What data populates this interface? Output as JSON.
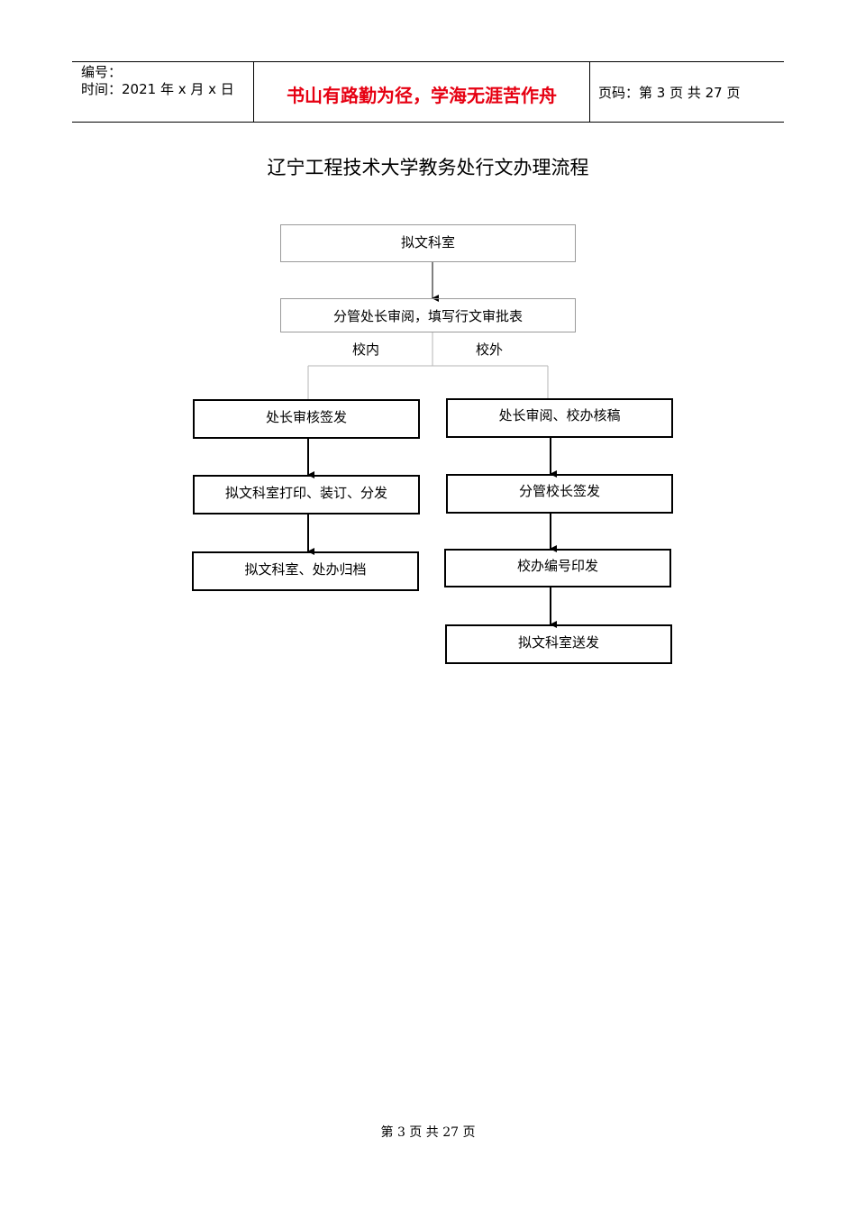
{
  "header": {
    "number_label": "编号：",
    "time_label": "时间：2021 年 x 月 x 日",
    "motto": "书山有路勤为径，学海无涯苦作舟",
    "page_label": "页码：第 3 页  共 27 页"
  },
  "title": "辽宁工程技术大学教务处行文办理流程",
  "flow": {
    "start": "拟文科室",
    "review": "分管处长审阅，填写行文审批表",
    "branch_left": "校内",
    "branch_right": "校外",
    "left_steps": [
      "处长审核签发",
      "拟文科室打印、装订、分发",
      "拟文科室、处办归档"
    ],
    "right_steps": [
      "处长审阅、校办核稿",
      "分管校长签发",
      "校办编号印发",
      "拟文科室送发"
    ]
  },
  "footer": "第  3  页  共  27  页"
}
